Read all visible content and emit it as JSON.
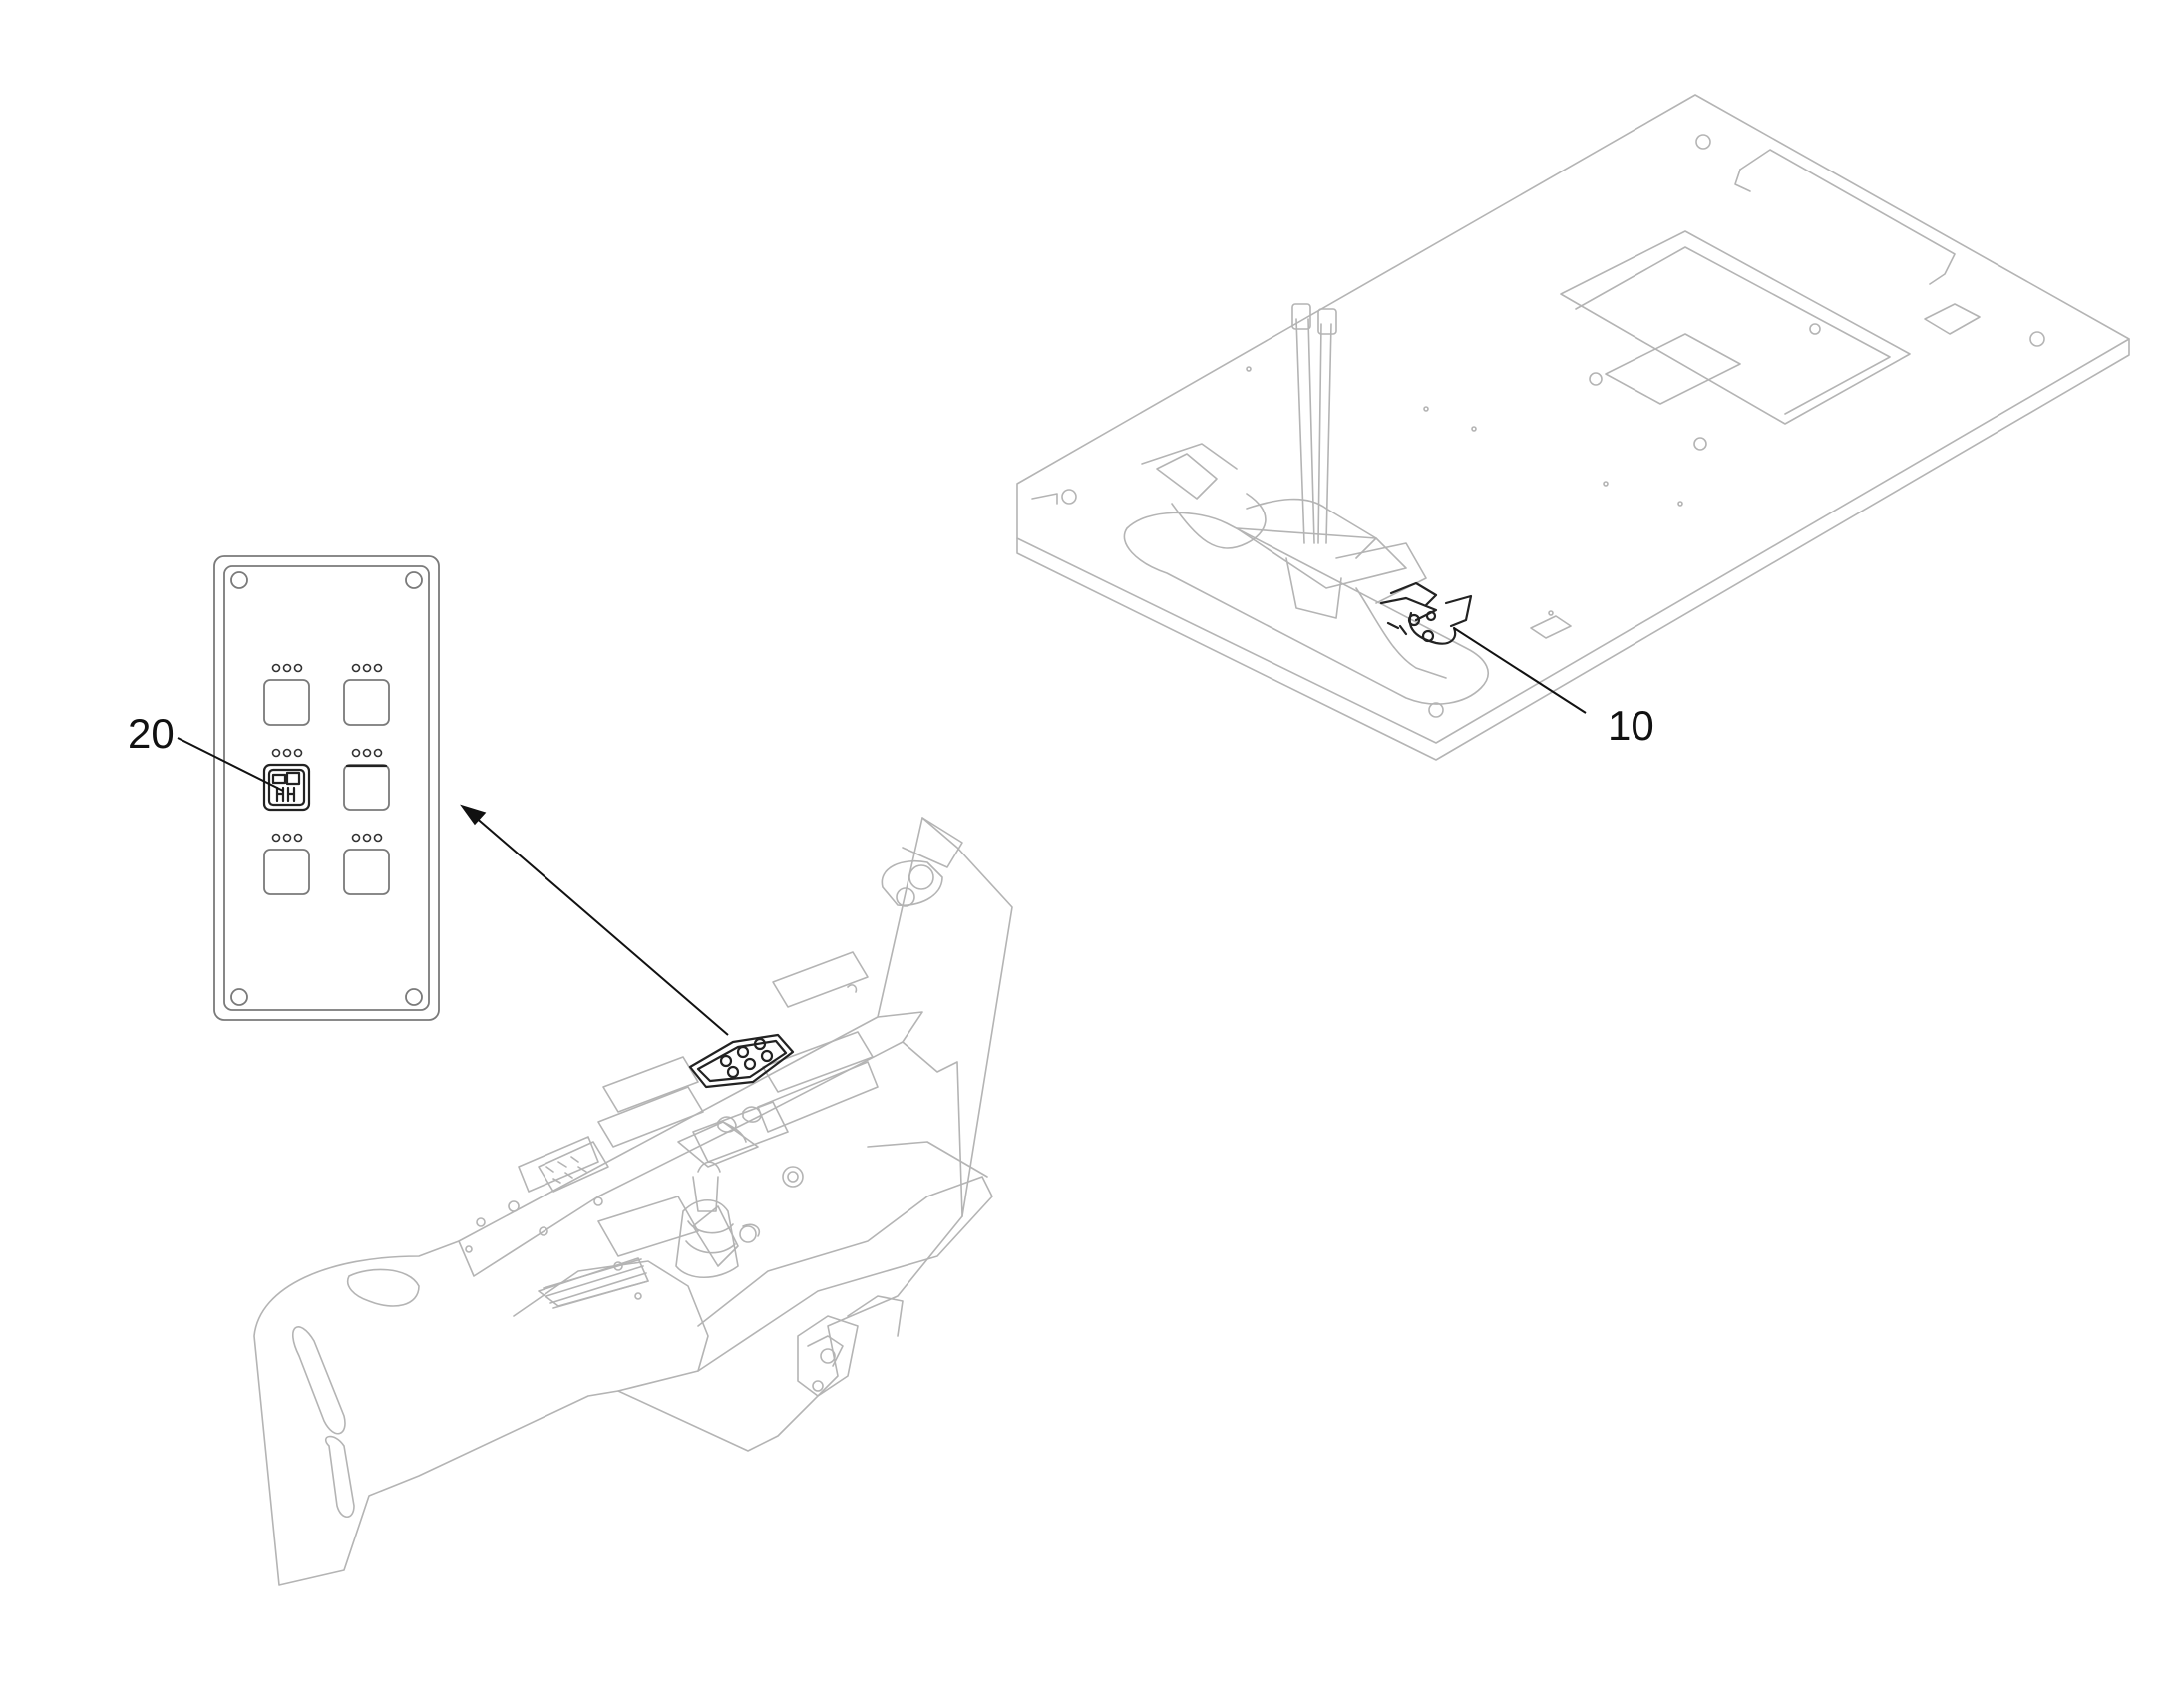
{
  "callouts": [
    {
      "id": "10",
      "label": "10"
    },
    {
      "id": "20",
      "label": "20"
    }
  ],
  "colors": {
    "line_light": "#b4b4b4",
    "line_dark": "#222222",
    "text": "#111111",
    "background": "#ffffff"
  }
}
